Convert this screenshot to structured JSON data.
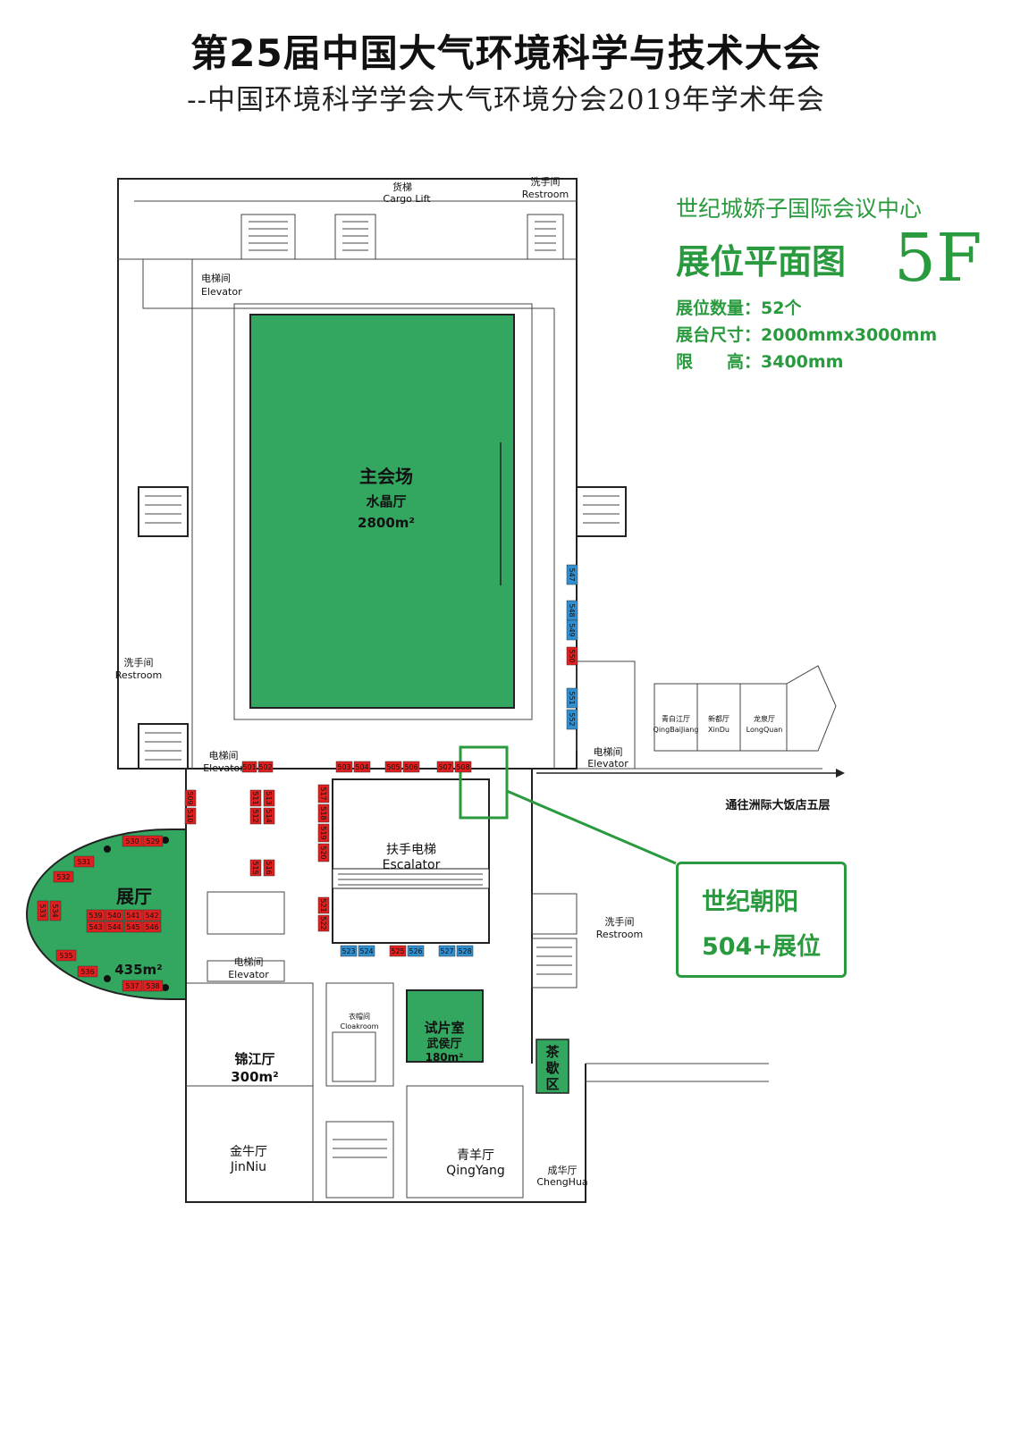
{
  "title": "第25届中国大气环境科学与技术大会",
  "subtitle": "--中国环境科学学会大气环境分会2019年学术年会",
  "venue": "世纪城娇子国际会议中心",
  "plan_title": "展位平面图",
  "floor": "5F",
  "specs": {
    "count": "展位数量：52个",
    "size": "展台尺寸：2000mmx3000mm",
    "height": "限　　高：3400mm"
  },
  "labels": {
    "cargo_cn": "货梯",
    "cargo_en": "Cargo Lift",
    "restroom_cn": "洗手间",
    "restroom_en": "Restroom",
    "elevator_cn": "电梯间",
    "elevator_en": "Elevator",
    "main_hall_1": "主会场",
    "main_hall_2": "水晶厅",
    "main_hall_area": "2800m²",
    "escalator_cn": "扶手电梯",
    "escalator_en": "Escalator",
    "exhibit_hall": "展厅",
    "exhibit_area": "435m²",
    "jinjiang": "锦江厅",
    "jinjiang_area": "300m²",
    "cloakroom_cn": "衣帽间",
    "cloakroom_en": "Cloakroom",
    "preview_1": "试片室",
    "preview_2": "武侯厅",
    "preview_area": "180m²",
    "tea_1": "茶",
    "tea_2": "歇",
    "tea_3": "区",
    "jinniu_cn": "金牛厅",
    "jinniu_en": "JinNiu",
    "qingyang_cn": "青羊厅",
    "qingyang_en": "QingYang",
    "chenghua_cn": "成华厅",
    "chenghua_en": "ChengHua",
    "qingbaijiang_cn": "青白江厅",
    "qingbaijiang_en": "QingBaiJiang",
    "xindu_cn": "新都厅",
    "xindu_en": "XinDu",
    "longquan_cn": "龙泉厅",
    "longquan_en": "LongQuan",
    "to_hotel": "通往洲际大饭店五层"
  },
  "callout": {
    "line1": "世纪朝阳",
    "line2": "504+展位"
  },
  "booths": [
    {
      "id": "501",
      "color": "red"
    },
    {
      "id": "502",
      "color": "red"
    },
    {
      "id": "503",
      "color": "red"
    },
    {
      "id": "504",
      "color": "red"
    },
    {
      "id": "505",
      "color": "red"
    },
    {
      "id": "506",
      "color": "red"
    },
    {
      "id": "507",
      "color": "red"
    },
    {
      "id": "508",
      "color": "red"
    },
    {
      "id": "509",
      "color": "red"
    },
    {
      "id": "510",
      "color": "red"
    },
    {
      "id": "511",
      "color": "red"
    },
    {
      "id": "512",
      "color": "red"
    },
    {
      "id": "513",
      "color": "red"
    },
    {
      "id": "514",
      "color": "red"
    },
    {
      "id": "515",
      "color": "red"
    },
    {
      "id": "516",
      "color": "red"
    },
    {
      "id": "517",
      "color": "red"
    },
    {
      "id": "518",
      "color": "red"
    },
    {
      "id": "519",
      "color": "red"
    },
    {
      "id": "520",
      "color": "red"
    },
    {
      "id": "521",
      "color": "red"
    },
    {
      "id": "522",
      "color": "red"
    },
    {
      "id": "523",
      "color": "blue"
    },
    {
      "id": "524",
      "color": "blue"
    },
    {
      "id": "525",
      "color": "red"
    },
    {
      "id": "526",
      "color": "blue"
    },
    {
      "id": "527",
      "color": "blue"
    },
    {
      "id": "528",
      "color": "blue"
    },
    {
      "id": "529",
      "color": "red"
    },
    {
      "id": "530",
      "color": "red"
    },
    {
      "id": "531",
      "color": "red"
    },
    {
      "id": "532",
      "color": "red"
    },
    {
      "id": "533",
      "color": "red"
    },
    {
      "id": "534",
      "color": "red"
    },
    {
      "id": "535",
      "color": "red"
    },
    {
      "id": "536",
      "color": "red"
    },
    {
      "id": "537",
      "color": "red"
    },
    {
      "id": "538",
      "color": "red"
    },
    {
      "id": "539",
      "color": "red"
    },
    {
      "id": "540",
      "color": "red"
    },
    {
      "id": "541",
      "color": "red"
    },
    {
      "id": "542",
      "color": "red"
    },
    {
      "id": "543",
      "color": "red"
    },
    {
      "id": "544",
      "color": "red"
    },
    {
      "id": "545",
      "color": "red"
    },
    {
      "id": "546",
      "color": "red"
    },
    {
      "id": "547",
      "color": "blue"
    },
    {
      "id": "548",
      "color": "blue"
    },
    {
      "id": "549",
      "color": "blue"
    },
    {
      "id": "550",
      "color": "red"
    },
    {
      "id": "551",
      "color": "blue"
    },
    {
      "id": "552",
      "color": "blue"
    }
  ],
  "colors": {
    "green": "#2a9a3e",
    "hall_fill": "#33a760",
    "booth_red": "#e0201f",
    "booth_blue": "#2f8fd0"
  }
}
